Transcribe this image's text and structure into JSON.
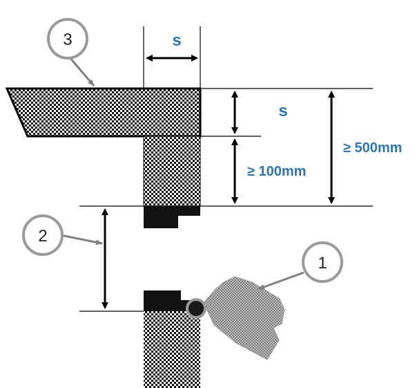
{
  "dimensions": {
    "width_label": "s",
    "height_label": "s",
    "min_gap_label": "≥ 100mm",
    "total_label": "≥ 500mm"
  },
  "callouts": [
    {
      "number": "1"
    },
    {
      "number": "2"
    },
    {
      "number": "3"
    }
  ],
  "colors": {
    "dimension_text": "#2e75b6",
    "outline": "#000000",
    "callout_border": "#9a9a9a",
    "leader": "#7f7f7f",
    "device_fill": "#a8a8a8"
  }
}
